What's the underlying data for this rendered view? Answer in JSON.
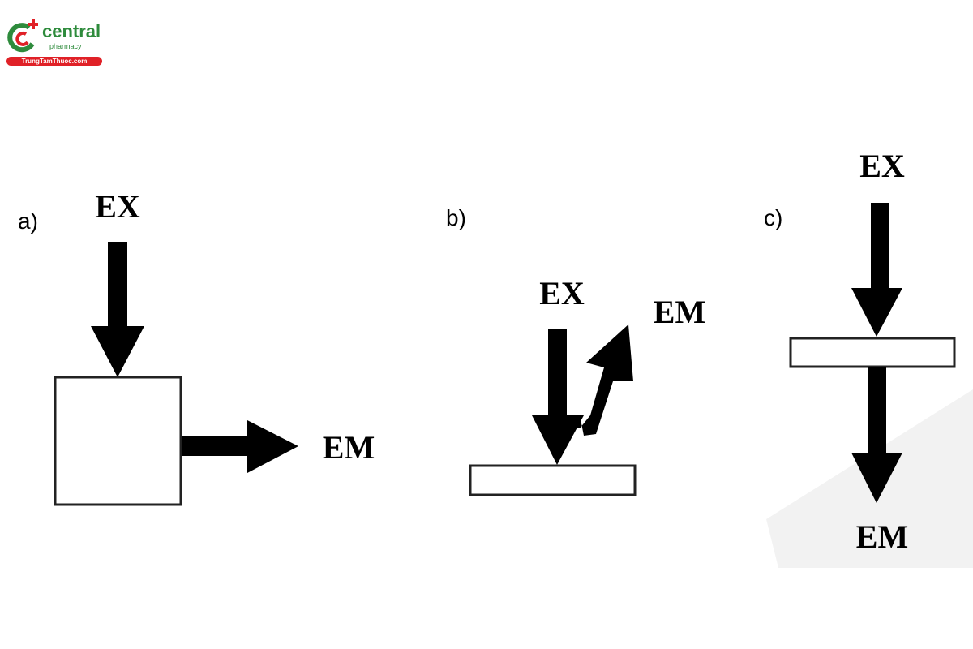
{
  "logo": {
    "brand": "central",
    "subtitle": "pharmacy",
    "website": "TrungTamThuoc.com"
  },
  "panels": [
    {
      "label": "a)",
      "excitation": "EX",
      "emission": "EM"
    },
    {
      "label": "b)",
      "excitation": "EX",
      "emission": "EM"
    },
    {
      "label": "c)",
      "excitation": "EX",
      "emission": "EM"
    }
  ]
}
